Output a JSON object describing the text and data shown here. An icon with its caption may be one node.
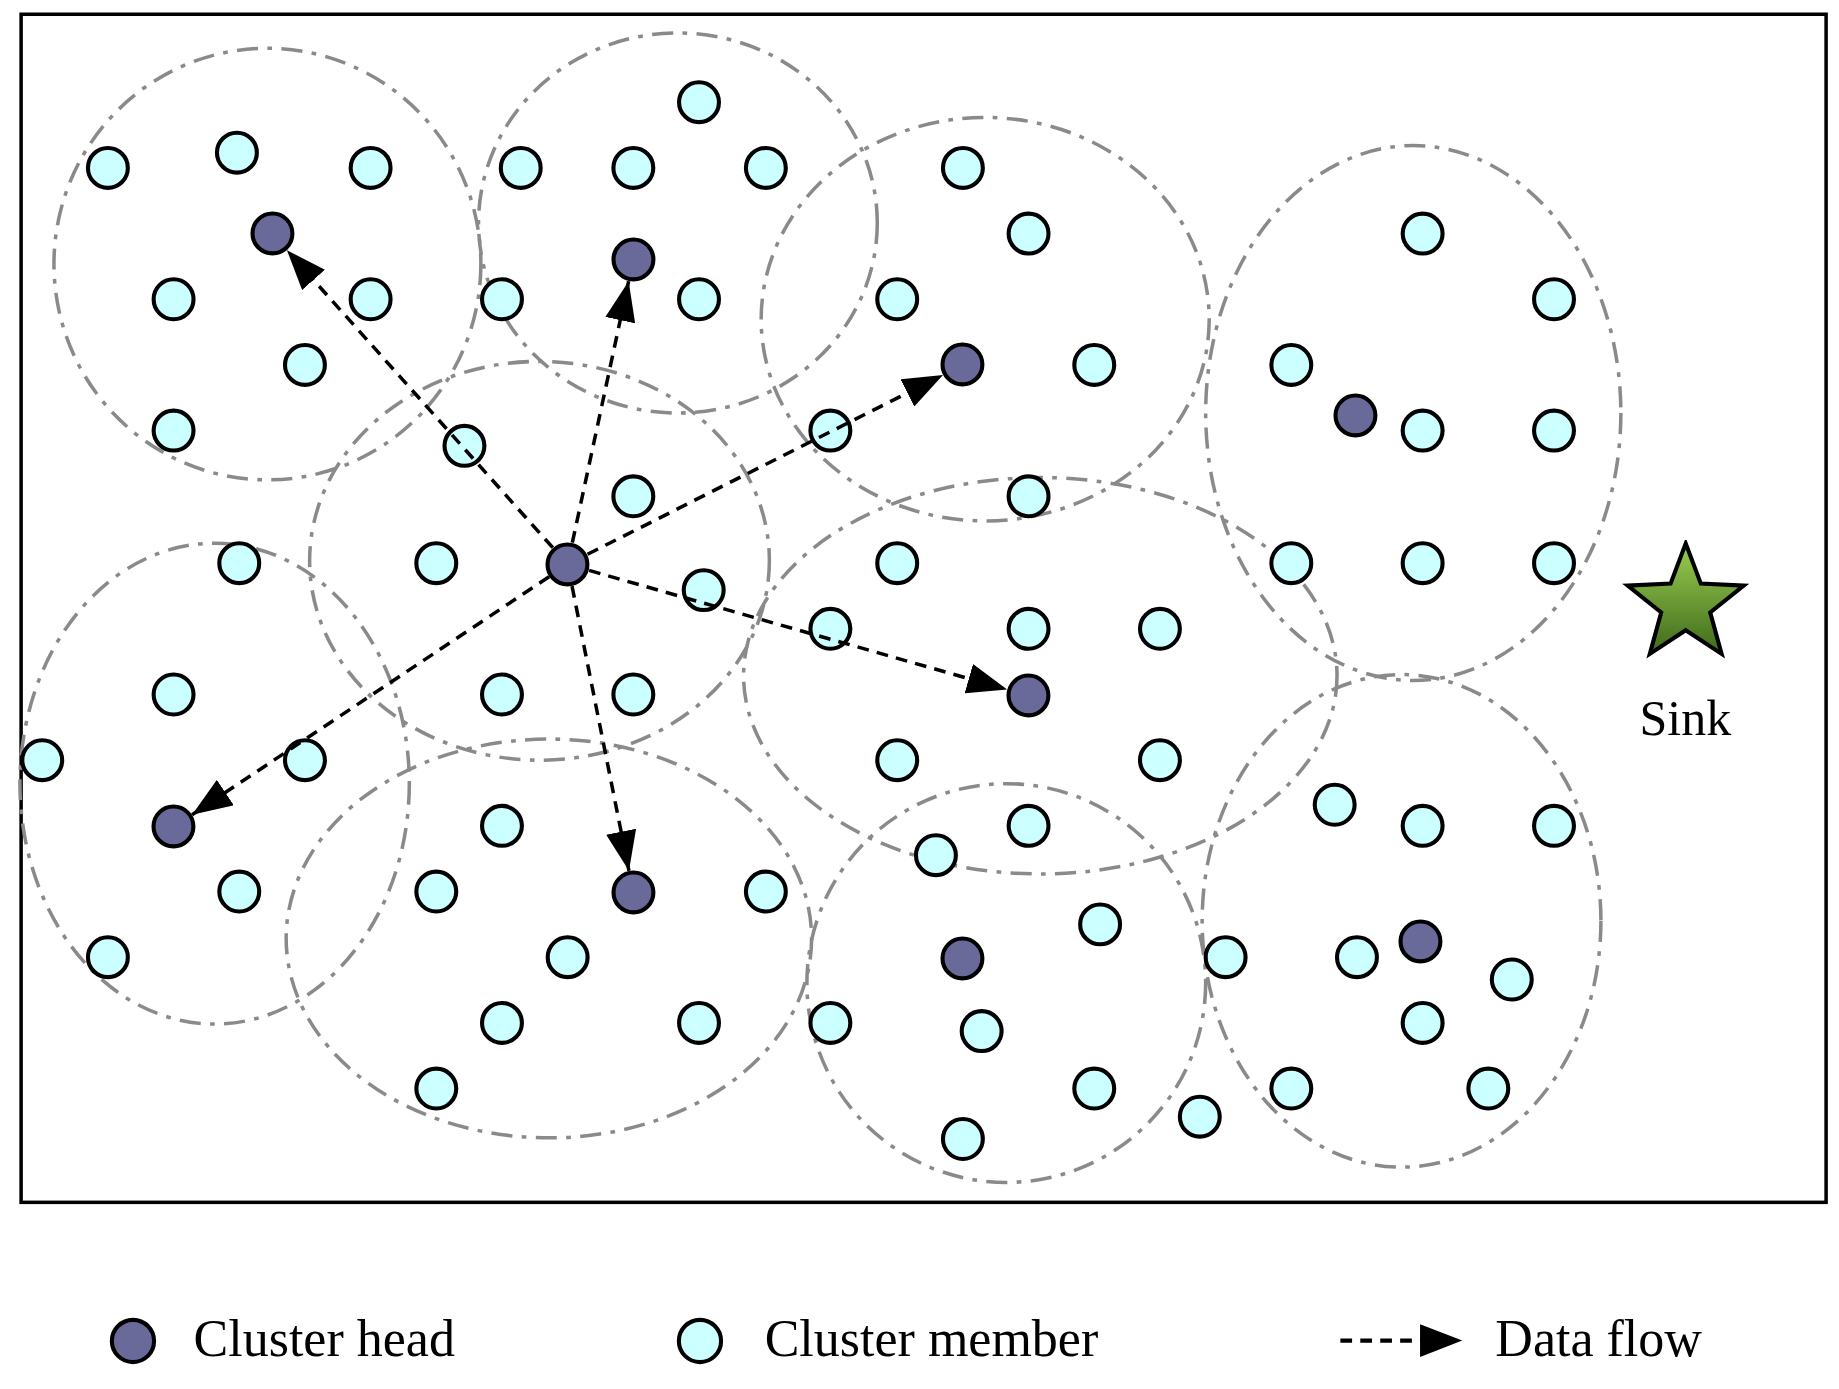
{
  "diagram": {
    "nodes": [
      {
        "text": [],
        "shape": "circle"
      },
      {
        "text": [],
        "shape": "circle"
      },
      {
        "text": [],
        "shape": "circle"
      },
      {
        "text": [],
        "shape": "circle"
      },
      {
        "text": [],
        "shape": "circle"
      },
      {
        "text": [],
        "shape": "circle"
      },
      {
        "text": [],
        "shape": "circle"
      },
      {
        "text": [
          "Sink"
        ]
      },
      {
        "text": [],
        "shape": "circle"
      },
      {
        "text": [],
        "shape": "circle"
      },
      {
        "text": [],
        "shape": "circle"
      }
    ],
    "edges": [
      {
        "from": 0,
        "to": 1,
        "arrow": "to",
        "style": "dashed"
      },
      {
        "from": 0,
        "to": 2,
        "arrow": "to",
        "style": "dashed"
      },
      {
        "from": 0,
        "to": 3,
        "arrow": "to",
        "style": "dashed"
      },
      {
        "from": 0,
        "to": 4,
        "arrow": "to",
        "style": "dashed"
      },
      {
        "from": 0,
        "to": 5,
        "arrow": "to",
        "style": "dashed"
      },
      {
        "from": 0,
        "to": 6,
        "arrow": "to",
        "style": "dashed"
      }
    ],
    "legend": [
      {
        "text": "Cluster head",
        "color": "#6a6a9a"
      },
      {
        "text": "Cluster member",
        "color": "#ccffff"
      },
      {
        "text": "Data flow"
      }
    ]
  }
}
